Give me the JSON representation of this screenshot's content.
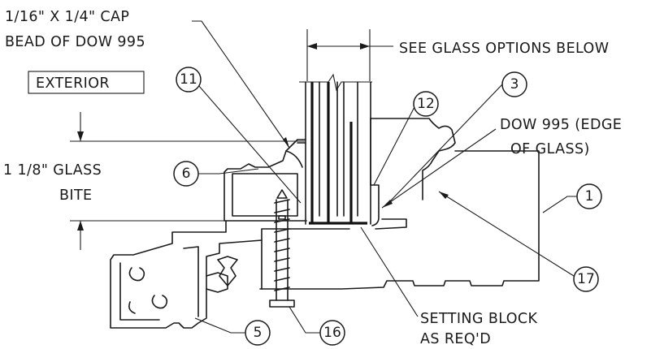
{
  "notes": {
    "cap_bead_line1": "1/16\" X 1/4\" CAP",
    "cap_bead_line2": "BEAD OF DOW 995",
    "glass_options": "SEE GLASS OPTIONS BELOW",
    "exterior": "EXTERIOR",
    "edge_line1": "DOW 995 (EDGE",
    "edge_line2": "OF GLASS)",
    "bite_line1": "1 1/8\" GLASS",
    "bite_line2": "BITE",
    "setting_line1": "SETTING BLOCK",
    "setting_line2": "AS REQ'D"
  },
  "callouts": {
    "c1": "1",
    "c3": "3",
    "c5": "5",
    "c6": "6",
    "c11": "11",
    "c12": "12",
    "c16": "16",
    "c17": "17"
  }
}
